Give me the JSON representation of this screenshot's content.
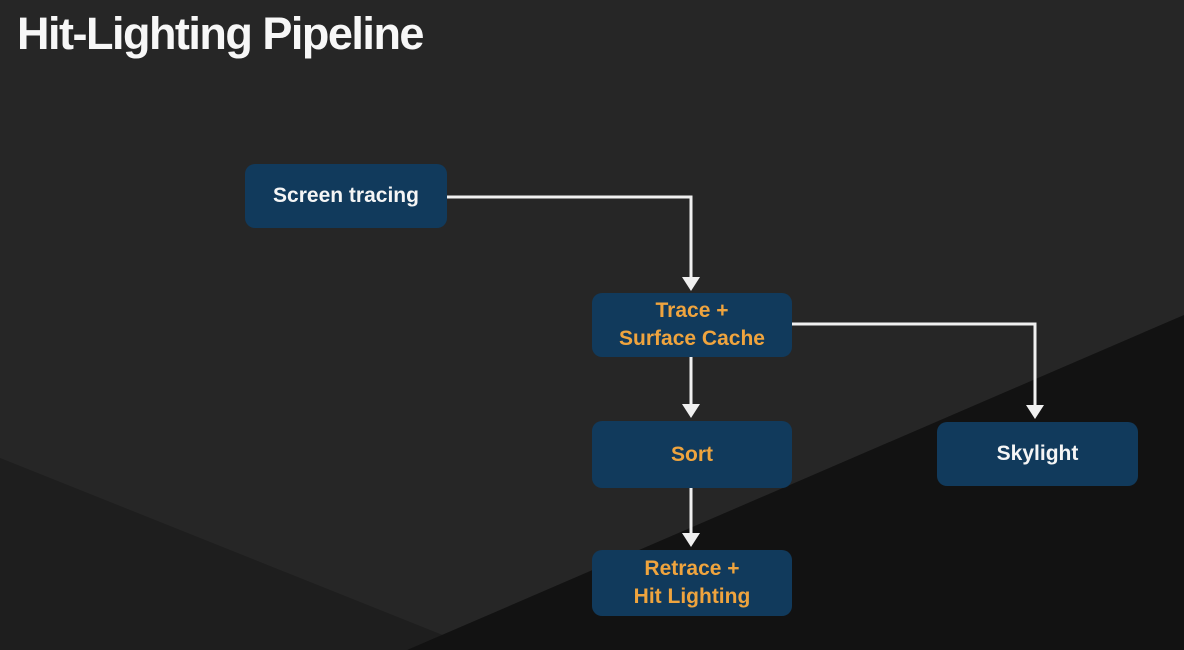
{
  "slide": {
    "title": "Hit-Lighting Pipeline"
  },
  "colors": {
    "background": "#262626",
    "wedge_left": "#1e1e1e",
    "wedge_right": "#121212",
    "node_fill": "#113a5c",
    "accent_orange": "#efa43e",
    "text_white": "#f5f5f5",
    "connector": "#f0f0f0",
    "title_text": "#f7f7f7"
  },
  "diagram": {
    "nodes": [
      {
        "id": "screen-tracing",
        "line1": "Screen tracing",
        "text_color": "white"
      },
      {
        "id": "trace-surface-cache",
        "line1": "Trace +",
        "line2": "Surface Cache",
        "text_color": "orange"
      },
      {
        "id": "sort",
        "line1": "Sort",
        "text_color": "orange"
      },
      {
        "id": "skylight",
        "line1": "Skylight",
        "text_color": "white"
      },
      {
        "id": "retrace-hit-lighting",
        "line1": "Retrace +",
        "line2": "Hit Lighting",
        "text_color": "orange"
      }
    ],
    "edges": [
      {
        "from": "screen-tracing",
        "to": "trace-surface-cache"
      },
      {
        "from": "trace-surface-cache",
        "to": "sort"
      },
      {
        "from": "trace-surface-cache",
        "to": "skylight"
      },
      {
        "from": "sort",
        "to": "retrace-hit-lighting"
      }
    ]
  }
}
